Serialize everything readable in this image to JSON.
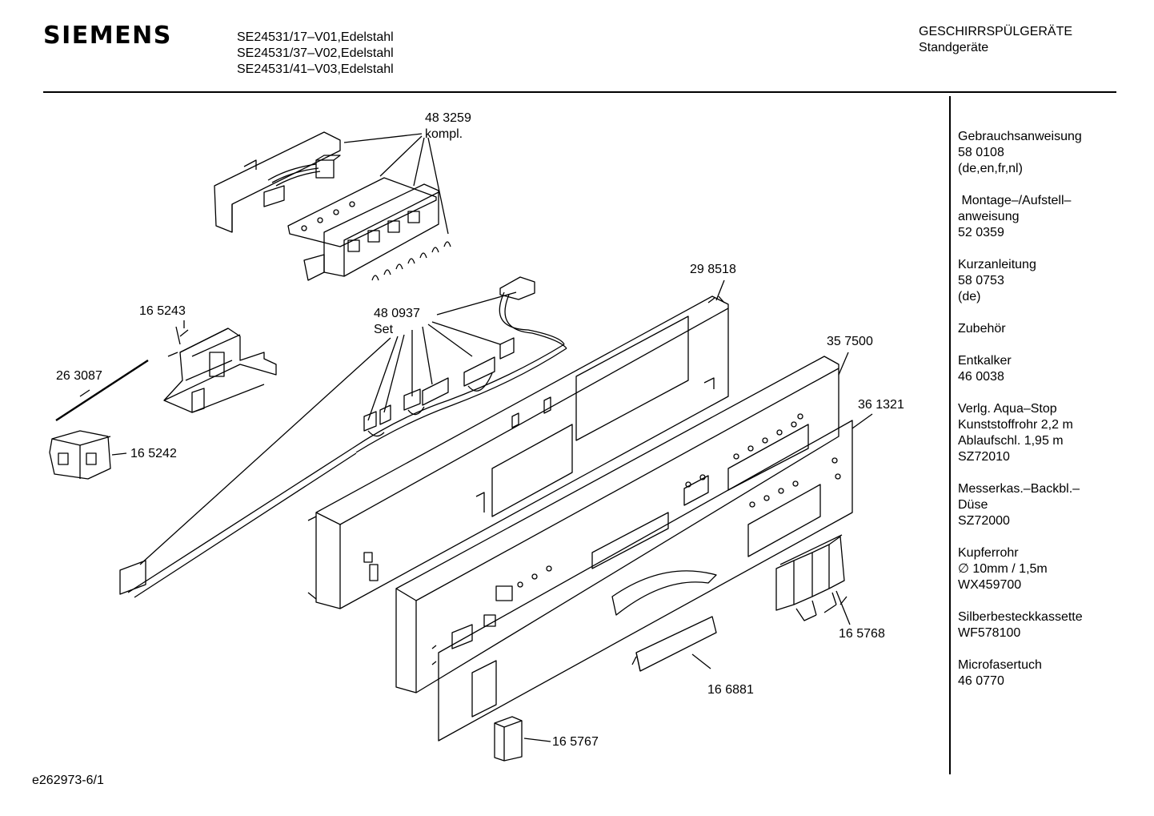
{
  "header": {
    "brand": "SIEMENS",
    "models": [
      "SE24531/17–V01,Edelstahl",
      "SE24531/37–V02,Edelstahl",
      "SE24531/41–V03,Edelstahl"
    ],
    "category": [
      "GESCHIRRSPÜLGERÄTE",
      "Standgeräte"
    ]
  },
  "sidebar": {
    "groups": [
      [
        "Gebrauchsanweisung",
        "58 0108",
        "(de,en,fr,nl)"
      ],
      [
        " Montage–/Aufstell–",
        "anweisung",
        "52 0359"
      ],
      [
        "Kurzanleitung",
        "58 0753",
        "(de)"
      ],
      [
        "Zubehör"
      ],
      [
        "Entkalker",
        "46 0038"
      ],
      [
        "Verlg. Aqua–Stop",
        "Kunststoffrohr 2,2 m",
        "Ablaufschl. 1,95 m",
        "SZ72010"
      ],
      [
        "Messerkas.–Backbl.–",
        "Düse",
        "SZ72000"
      ],
      [
        "Kupferrohr",
        "∅ 10mm / 1,5m",
        "WX459700"
      ],
      [
        "Silberbesteckkassette",
        "WF578100"
      ],
      [
        "Microfasertuch",
        "46 0770"
      ]
    ]
  },
  "callouts": {
    "p483259": [
      "48 3259",
      "kompl."
    ],
    "p298518": "29 8518",
    "p165243": "16 5243",
    "p480937": [
      "48 0937",
      "Set"
    ],
    "p263087": "26 3087",
    "p357500": "35 7500",
    "p361321": "36 1321",
    "p165242": "16 5242",
    "p165768": "16 5768",
    "p166881": "16 6881",
    "p165767": "16 5767"
  },
  "footer": {
    "doc_id": "e262973-6/1"
  }
}
